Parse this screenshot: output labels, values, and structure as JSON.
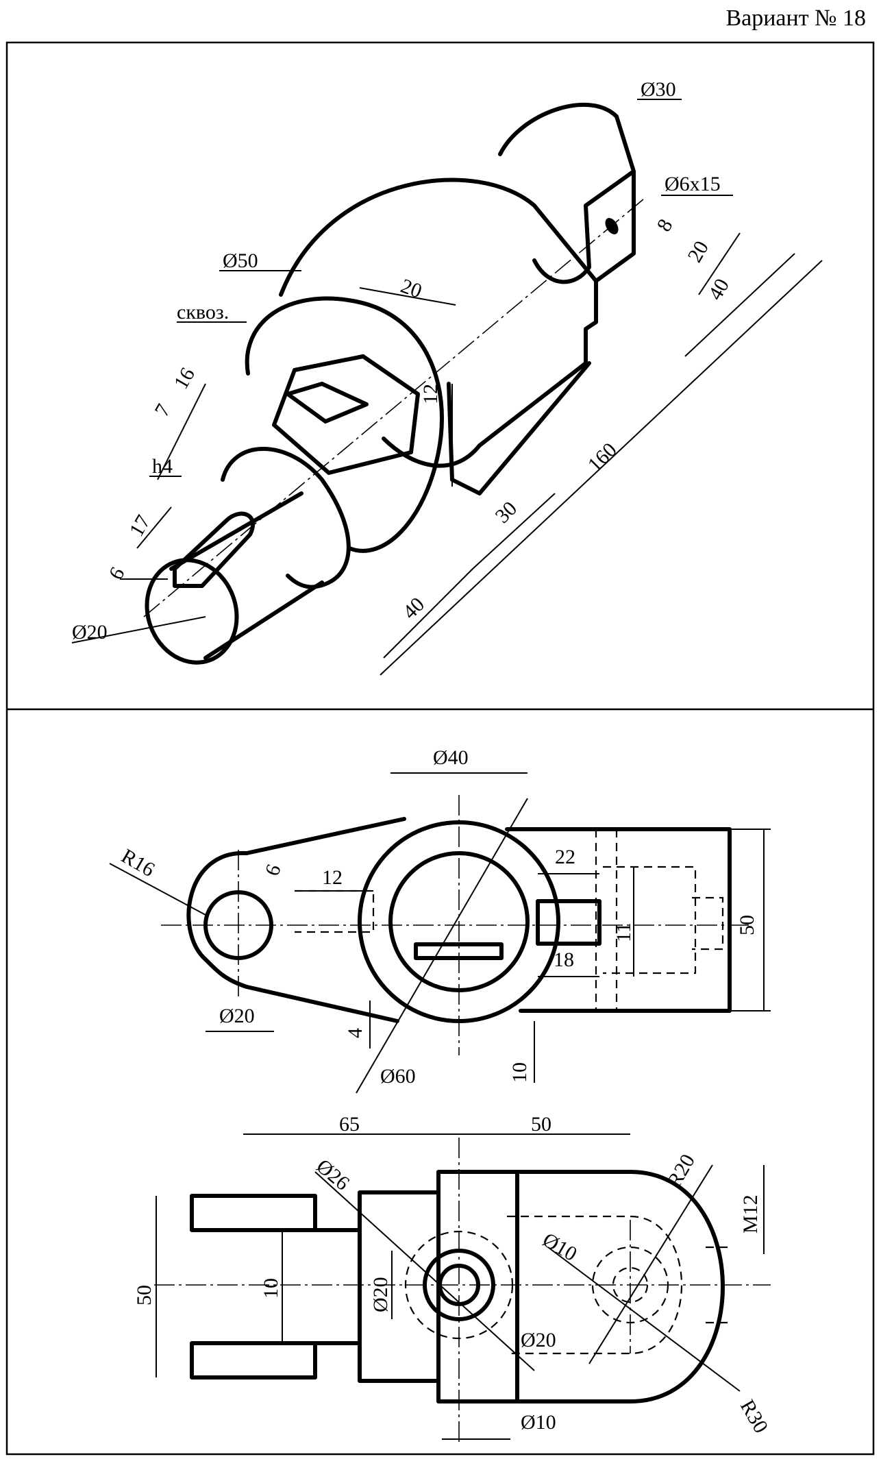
{
  "header": {
    "variant": "Вариант № 18"
  },
  "iso_view": {
    "labels": {
      "d30": "Ø30",
      "d6x15": "Ø6x15",
      "d50": "Ø50",
      "skvoz": "сквоз.",
      "h4": "h4",
      "d20": "Ø20",
      "n8": "8",
      "n20a": "20",
      "n40a": "40",
      "n20b": "20",
      "n12": "12",
      "n16": "16",
      "n7": "7",
      "n17": "17",
      "n6": "6",
      "n30": "30",
      "n160": "160",
      "n40b": "40"
    }
  },
  "front_view": {
    "labels": {
      "d40": "Ø40",
      "r16": "R16",
      "n6": "6",
      "n12": "12",
      "n22": "22",
      "n11": "11",
      "n18": "18",
      "n50": "50",
      "d20": "Ø20",
      "n4": "4",
      "d60": "Ø60",
      "n10": "10"
    }
  },
  "top_view": {
    "labels": {
      "n65": "65",
      "n50top": "50",
      "d26": "Ø26",
      "r20": "R20",
      "m12": "M12",
      "d10a": "Ø10",
      "n50left": "50",
      "n10": "10",
      "d20a": "Ø20",
      "d20b": "Ø20",
      "r30": "R30",
      "d10b": "Ø10"
    }
  }
}
